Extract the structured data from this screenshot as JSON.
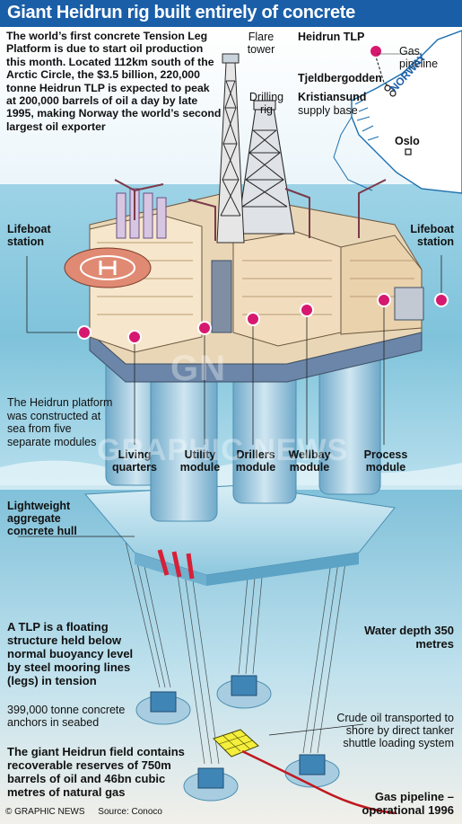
{
  "title": "Giant Heidrun rig built entirely of concrete",
  "intro": "The world’s first concrete Tension Leg Platform is due to start oil production this month. Located 112km south of the Arctic Circle, the $3.5 billion, 220,000 tonne Heidrun TLP is expected to peak at 200,000 barrels of oil a day by late 1995, making Norway the world’s second largest oil exporter",
  "labels": {
    "flare_tower": "Flare tower",
    "drilling_rig": "Drilling rig",
    "lifeboat_left": "Lifeboat station",
    "lifeboat_right": "Lifeboat station",
    "modules_intro": "The Heidrun platform was constructed at sea from five separate modules",
    "living_quarters": "Living quarters",
    "utility_module": "Utility module",
    "drillers_module": "Drillers module",
    "wellbay_module": "Wellbay module",
    "process_module": "Process module",
    "hull": "Lightweight aggregate concrete hull",
    "tlp_desc": "A TLP is a floating structure held below normal buoyancy level by steel mooring lines (legs) in tension",
    "water_depth": "Water depth 350 metres",
    "anchors": "399,000 tonne concrete anchors in seabed",
    "crude_oil": "Crude oil transported to shore by direct tanker shuttle loading system",
    "reserves": "The giant Heidrun field contains recoverable reserves of 750m barrels of oil and 46bn cubic metres of natural gas",
    "gas_pipeline": "Gas pipeline – operational 1996"
  },
  "map": {
    "heidrun_tlp": "Heidrun TLP",
    "gas_pipeline": "Gas pipeline",
    "tjeldbergodden": "Tjeldbergodden",
    "kristiansund": "Kristiansund",
    "supply_base": "supply base",
    "norway": "NORWAY",
    "oslo": "Oslo"
  },
  "footer": {
    "copyright": "© GRAPHIC NEWS",
    "source": "Source: Conoco"
  },
  "watermark": {
    "line1": "GN",
    "line2": "GRAPHIC NEWS"
  },
  "colors": {
    "title_bg": "#1a5ea8",
    "sea": "#7fc3db",
    "deep_sea": "#4f9dc0",
    "marker": "#d6196f",
    "module_cream": "#f3dfc0",
    "helipad": "#e08a73"
  }
}
